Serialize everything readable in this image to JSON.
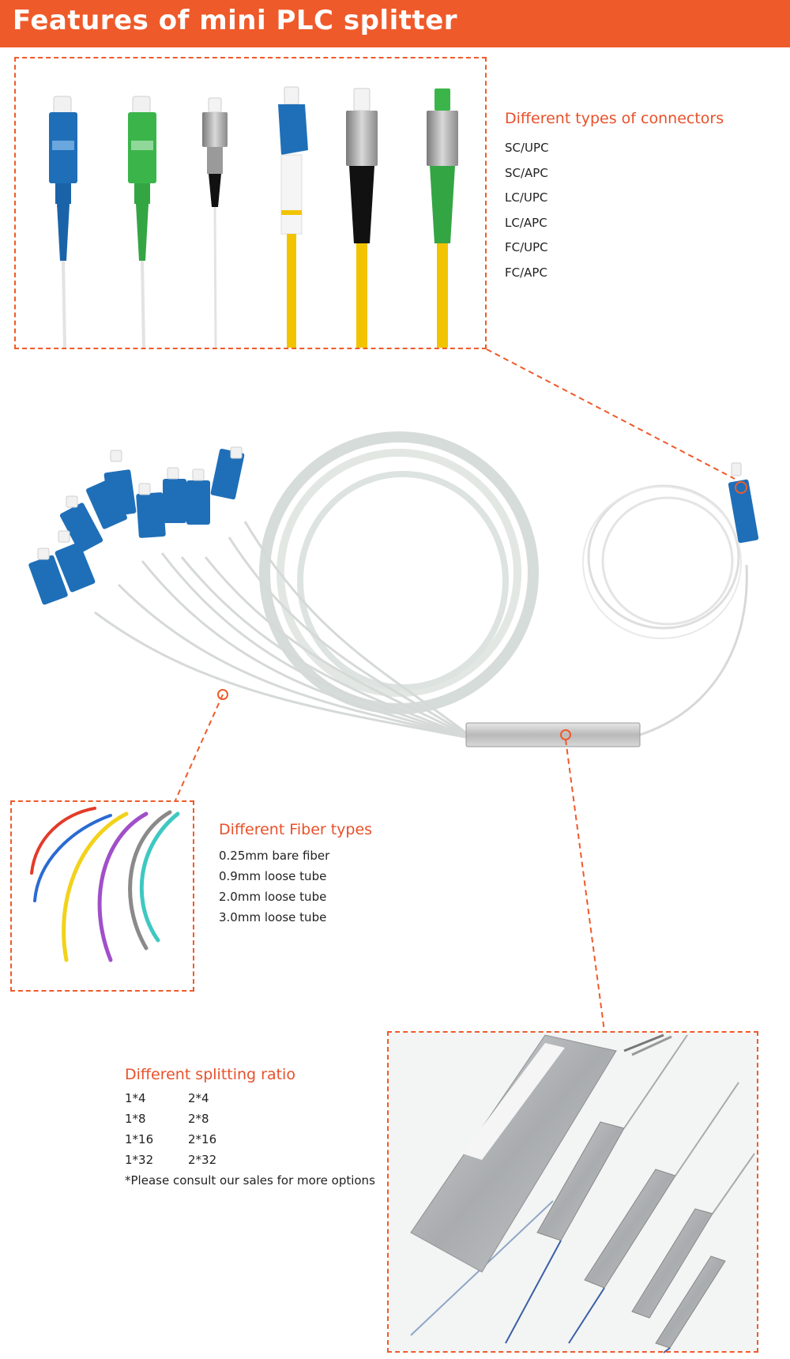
{
  "title": "Features of mini PLC splitter",
  "connectors": {
    "heading": "Different types of connectors",
    "items": [
      "SC/UPC",
      "SC/APC",
      "LC/UPC",
      "LC/APC",
      "FC/UPC",
      "FC/APC"
    ]
  },
  "fibers": {
    "heading": "Different Fiber types",
    "items": [
      "0.25mm bare fiber",
      "0.9mm loose tube",
      "2.0mm loose tube",
      "3.0mm loose tube"
    ]
  },
  "ratios": {
    "heading": "Different splitting ratio",
    "rows": [
      [
        "1*4",
        "2*4"
      ],
      [
        "1*8",
        "2*8"
      ],
      [
        "1*16",
        "2*16"
      ],
      [
        "1*32",
        "2*32"
      ]
    ],
    "note": "*Please consult our sales for more options"
  },
  "colors": {
    "accent": "#ef5a2a",
    "sc_blue": "#1f6fb8",
    "apc_green": "#3bb54a",
    "fiber_yellow": "#f2c400"
  }
}
